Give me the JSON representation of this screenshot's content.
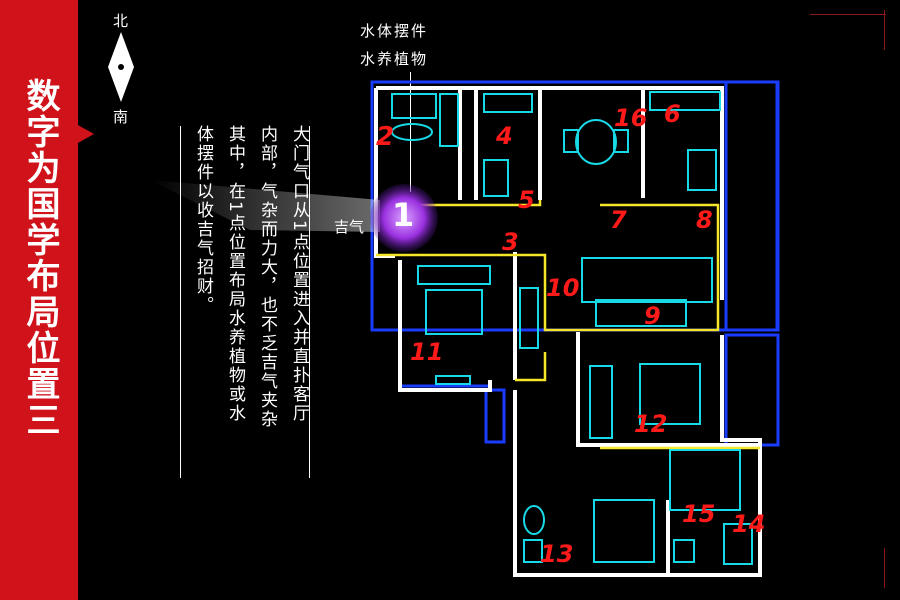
{
  "sidebar": {
    "title": "数字为国学布局位置三"
  },
  "compass": {
    "north": "北",
    "south": "南"
  },
  "description": {
    "col1": "大门气口从1点位置进入并直扑客厅",
    "col2": "内部，气杂而力大，也不乏吉气夹杂",
    "col3": "其中，在1点位置布局水养植物或水",
    "col4": "体摆件以收吉气招财。"
  },
  "tip": {
    "line1": "水体摆件",
    "line2": "水养植物"
  },
  "entrance": {
    "label": "吉气",
    "number": "1"
  },
  "rooms": [
    "2",
    "3",
    "4",
    "5",
    "6",
    "7",
    "8",
    "9",
    "10",
    "11",
    "12",
    "13",
    "14",
    "15",
    "16"
  ],
  "colors": {
    "accent": "#d0131b",
    "wall": "#ffffff",
    "furniture": "#19d9e6",
    "partition": "#f5e62a",
    "blue": "#1a3cff",
    "label": "#ff1a1a",
    "highlight": "#8a2bd6"
  }
}
